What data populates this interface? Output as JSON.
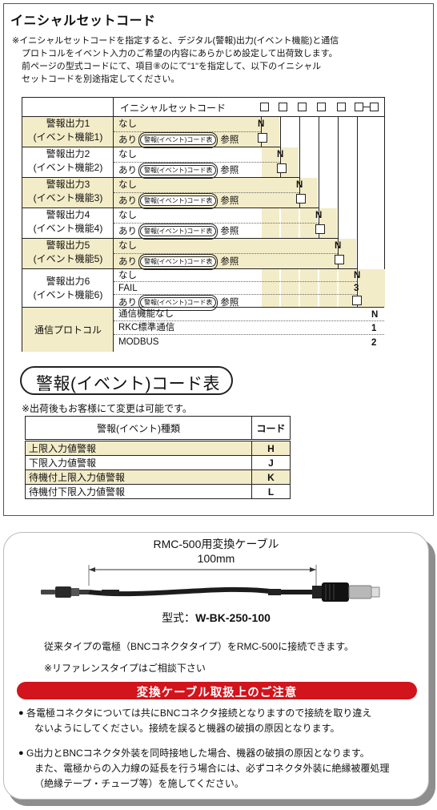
{
  "title": "イニシャルセットコード",
  "note_lines": [
    "※イニシャルセットコードを指定すると、デジタル(警報)出力(イベント機能)と通信",
    "プロトコルをイベント入力のご希望の内容にあらかじめ設定して出荷致します。",
    "前ページの型式コードにて、項目⑧のにて\"1\"を指定して、以下のイニシャル",
    "セットコードを別途指定してください。"
  ],
  "code_table": {
    "header_label": "イニシャルセットコード",
    "ref_pill": "警報(イベント)コード表",
    "ref_suffix": "参照",
    "rows": [
      {
        "label1": "警報出力1",
        "label2": "(イベント機能1)",
        "opt1": "なし",
        "code1": "N",
        "opt2": "あり"
      },
      {
        "label1": "警報出力2",
        "label2": "(イベント機能2)",
        "opt1": "なし",
        "code1": "N",
        "opt2": "あり"
      },
      {
        "label1": "警報出力3",
        "label2": "(イベント機能3)",
        "opt1": "なし",
        "code1": "N",
        "opt2": "あり"
      },
      {
        "label1": "警報出力4",
        "label2": "(イベント機能4)",
        "opt1": "なし",
        "code1": "N",
        "opt2": "あり"
      },
      {
        "label1": "警報出力5",
        "label2": "(イベント機能5)",
        "opt1": "なし",
        "code1": "N",
        "opt2": "あり"
      }
    ],
    "row6": {
      "label1": "警報出力6",
      "label2": "(イベント機能6)",
      "opt1": "なし",
      "code1": "N",
      "opt2": "FAIL",
      "code2": "3",
      "opt3": "あり"
    },
    "protocol": {
      "label": "通信プロトコル",
      "options": [
        {
          "text": "通信機能なし",
          "code": "N"
        },
        {
          "text": "RKC標準通信",
          "code": "1"
        },
        {
          "text": "MODBUS",
          "code": "2"
        }
      ]
    }
  },
  "alarm": {
    "heading": "警報(イベント)コード表",
    "note": "※出荷後もお客様にて変更は可能です。",
    "col_type": "警報(イベント)種類",
    "col_code": "コード",
    "rows": [
      {
        "type": "上限入力値警報",
        "code": "H"
      },
      {
        "type": "下限入力値警報",
        "code": "J"
      },
      {
        "type": "待機付上限入力値警報",
        "code": "K"
      },
      {
        "type": "待機付下限入力値警報",
        "code": "L"
      }
    ]
  },
  "cable": {
    "title": "RMC-500用変換ケーブル",
    "length": "100mm",
    "model_label": "型式：",
    "model_value": "W-BK-250-100",
    "compat": "従来タイプの電極（BNCコネクタタイプ）をRMC-500に接続できます。",
    "ref_note": "※リファレンスタイプはご相談下さい",
    "caution_title": "変換ケーブル取扱上のご注意",
    "caution1": [
      "各電極コネクタについては共にBNCコネクタ接続となりますので接続を取り違え",
      "ないようにしてください。接続を誤ると機器の破損の原因となります。"
    ],
    "caution2": [
      "G出力とBNCコネクタ外装を同時接地した場合、機器の破損の原因となります。",
      "また、電極からの入力線の延長を行う場合には、必ずコネクタ外装に絶縁被覆処理",
      "（絶縁テープ・チューブ等）を施してください。"
    ],
    "bullet": "●"
  },
  "colors": {
    "band": "#f3ecc8",
    "caution": "#d2141c",
    "shadow": "#8e8e8e"
  }
}
